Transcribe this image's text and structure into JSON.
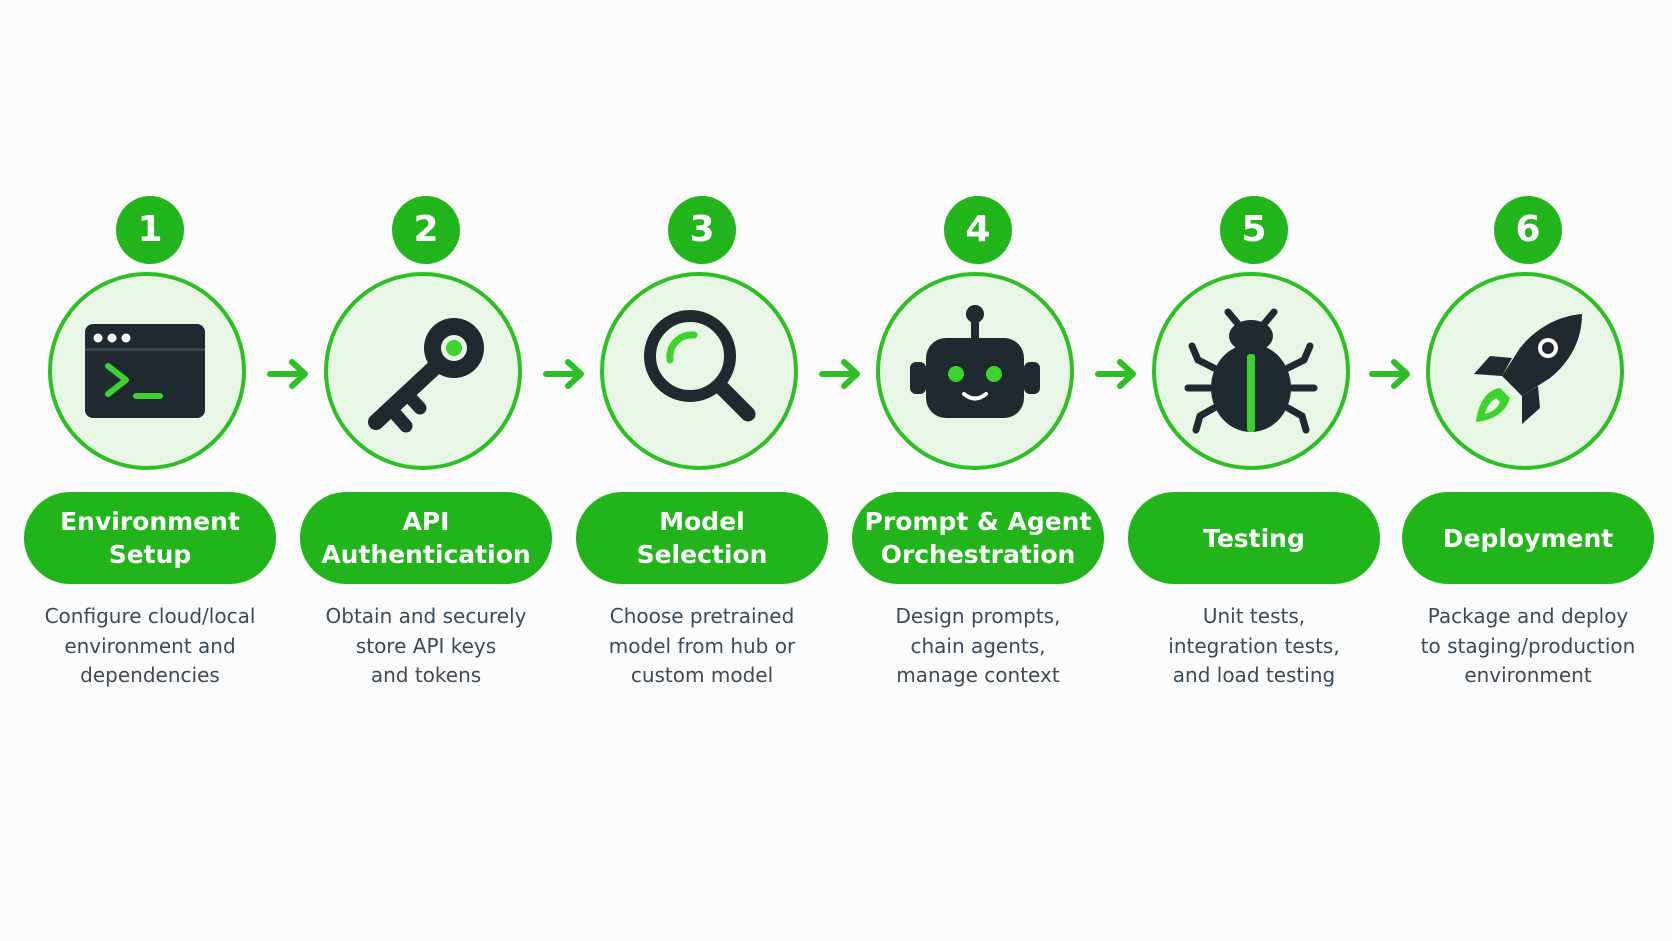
{
  "steps": [
    {
      "number": "1",
      "title": "Environment\nSetup",
      "description": "Configure cloud/local\nenvironment and\ndependencies",
      "icon": "terminal-icon"
    },
    {
      "number": "2",
      "title": "API\nAuthentication",
      "description": "Obtain and securely\nstore API keys\nand tokens",
      "icon": "key-icon"
    },
    {
      "number": "3",
      "title": "Model\nSelection",
      "description": "Choose pretrained\nmodel from hub or\ncustom model",
      "icon": "magnifier-icon"
    },
    {
      "number": "4",
      "title": "Prompt & Agent\nOrchestration",
      "description": "Design prompts,\nchain agents,\nmanage context",
      "icon": "robot-icon"
    },
    {
      "number": "5",
      "title": "Testing",
      "description": "Unit tests,\nintegration tests,\nand load testing",
      "icon": "bug-icon"
    },
    {
      "number": "6",
      "title": "Deployment",
      "description": "Package and deploy\nto staging/production\nenvironment",
      "icon": "rocket-icon"
    }
  ],
  "colors": {
    "accent": "#22b51b",
    "circle_fill": "#e8f6e6",
    "icon_dark": "#1f2a30",
    "text": "#3d4a57"
  }
}
